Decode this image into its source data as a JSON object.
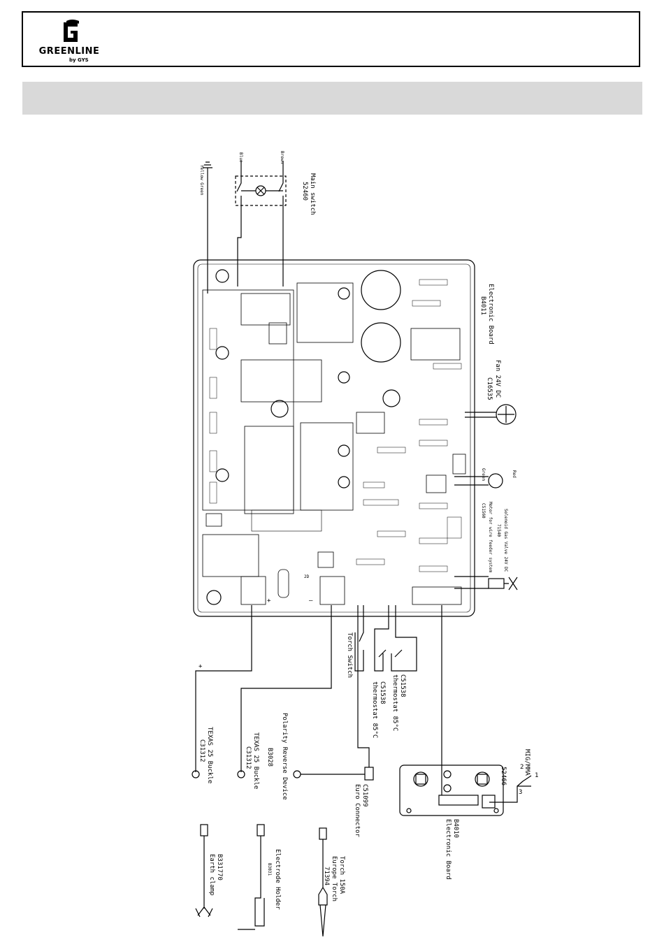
{
  "header": {
    "brand": "GREENLINE",
    "brand_sub": "by GYS"
  },
  "labels": {
    "main_switch_line1": "Main switch",
    "main_switch_line2": "52460",
    "yellow_green": "Yellow Green",
    "blue": "Blue",
    "brown": "Brown",
    "electronic_board_1_line1": "Electronic Board",
    "electronic_board_1_line2": "B4011",
    "fan_line1": "Fan 24V DC",
    "fan_line2": "C16535",
    "motor_line1": "Motor for wire feeder system",
    "motor_line2": "C51560",
    "solenoid_line1": "Solenoid Gas Valve 24V DC",
    "solenoid_line2": "71540",
    "red": "Red",
    "green": "Green",
    "plus": "+",
    "minus": "—",
    "board_2d": "2D",
    "torch_switch": "Torch Switch",
    "thermo1_line1": "C51538",
    "thermo1_line2": "thermostat 85°C",
    "thermo2_line1": "C51538",
    "thermo2_line2": "thermostat 85°C",
    "wire_plus": "+",
    "texas1_line1": "TEXAS 25 Buckle",
    "texas1_line2": "C31312",
    "texas2_line1": "TEXAS 25 Buckle",
    "texas2_line2": "C31312",
    "polarity_line1": "Polarity Reverse Device",
    "polarity_line2": "B3028",
    "euro_line1": "C51099",
    "euro_line2": "Euro Connector",
    "migmma_line1": "MIG/MMA",
    "migmma_line2": "52466",
    "sw_1": "1",
    "sw_2": "2",
    "sw_3": "3",
    "board2_line1": "B4010",
    "board2_line2": "Electronic Board",
    "earth_line1": "B331770",
    "earth_line2": "Earth clamp",
    "electrode_line1": "Electrode Holder",
    "electrode_line2": "B3031",
    "torch_line1": "Torch 150A",
    "torch_line2": "Europe Torch",
    "torch_line3": "71394"
  }
}
